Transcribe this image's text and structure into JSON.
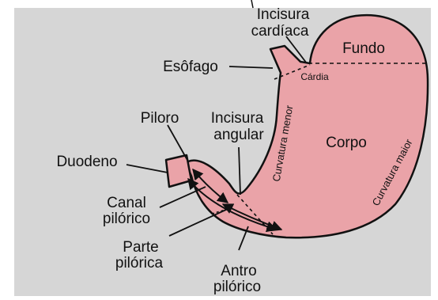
{
  "diagram": {
    "colors": {
      "background": "#d6d6d6",
      "stomach_fill": "#eaa3a8",
      "stomach_stroke": "#111111",
      "text": "#111111"
    },
    "labels": {
      "incisura_cardiaca_1": "Incisura",
      "incisura_cardiaca_2": "cardíaca",
      "fundo": "Fundo",
      "esofago": "Esôfago",
      "cardia": "Cárdia",
      "piloro": "Piloro",
      "incisura_angular_1": "Incisura",
      "incisura_angular_2": "angular",
      "curvatura_menor": "Curvatura menor",
      "corpo": "Corpo",
      "curvatura_maior": "Curvatura maior",
      "duodeno": "Duodeno",
      "canal_pilorico_1": "Canal",
      "canal_pilorico_2": "pilórico",
      "parte_pilorica_1": "Parte",
      "parte_pilorica_2": "pilórica",
      "antro_pilorico_1": "Antro",
      "antro_pilorico_2": "pilórico"
    }
  }
}
